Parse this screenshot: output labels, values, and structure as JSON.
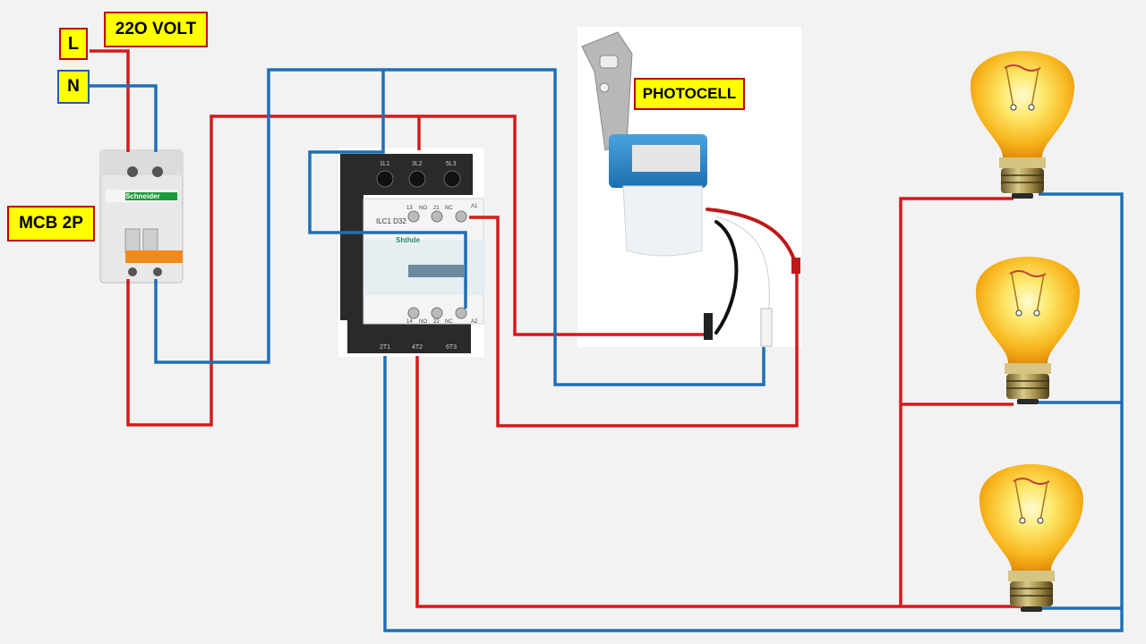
{
  "labels": {
    "line": "L",
    "voltage": "22O VOLT",
    "neutral": "N",
    "mcb": "MCB 2P",
    "photocell": "PHOTOCELL"
  },
  "mcb": {
    "brand": "Schneider"
  },
  "contactor": {
    "model": "ILC1 D32",
    "brand": "Shthde",
    "top_terminals": [
      "1L1",
      "3L2",
      "5L3"
    ],
    "aux_top": [
      "13",
      "NO",
      "21",
      "NC",
      "A1"
    ],
    "aux_bottom": [
      "14",
      "NO",
      "22",
      "NC",
      "A2"
    ],
    "bottom_terminals": [
      "2T1",
      "4T2",
      "6T3"
    ]
  },
  "colors": {
    "live": "#d41a1a",
    "neutral": "#1f6fb5",
    "label_bg": "#ffff00",
    "label_border": "#c00000"
  },
  "icons": [
    "bulb-icon",
    "bulb-icon",
    "bulb-icon"
  ]
}
